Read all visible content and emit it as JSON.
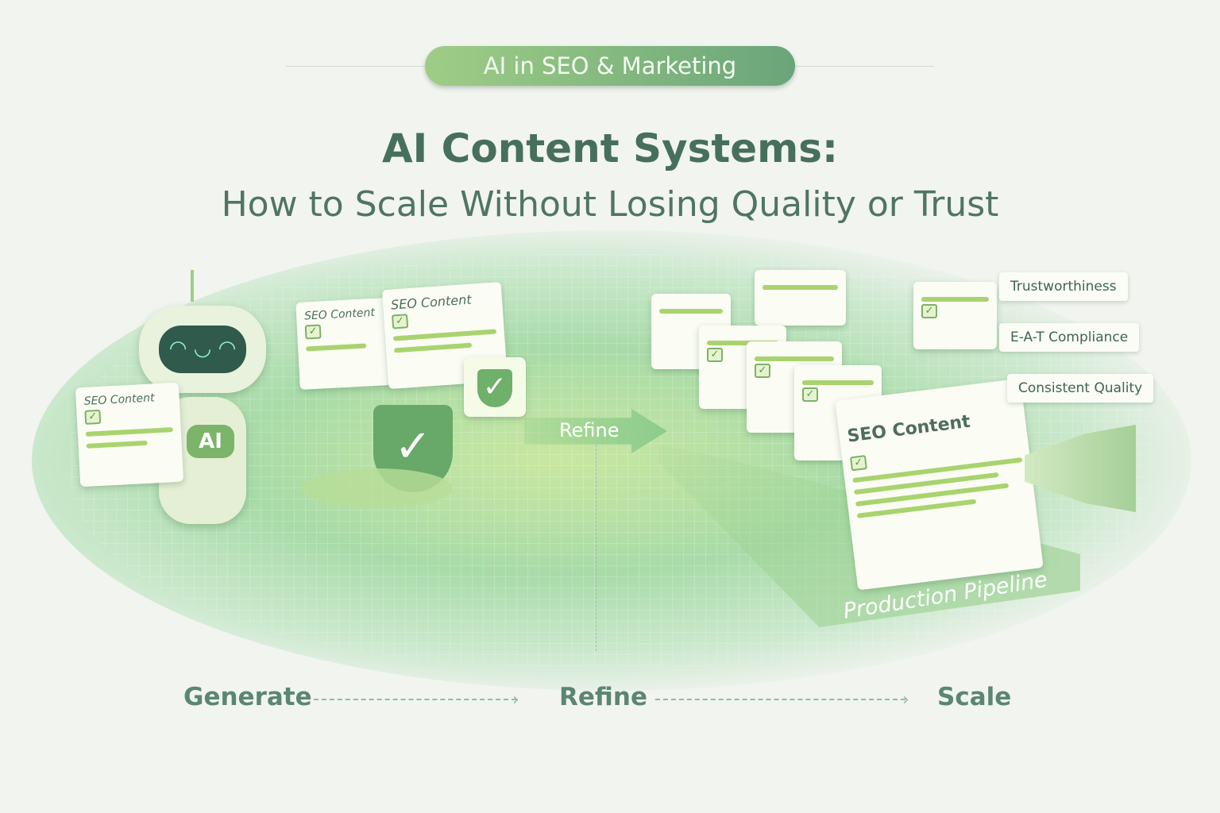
{
  "header": {
    "pill": "AI in SEO & Marketing",
    "title": "AI Content Systems:",
    "subtitle": "How to Scale Without Losing Quality or Trust"
  },
  "illustration": {
    "robot_badge": "AI",
    "doc_labels": [
      "SEO Content",
      "SEO Content",
      "SEO Content",
      "SEO Content"
    ],
    "arrow_label": "Refine",
    "badges": [
      "Trustworthiness",
      "E-A-T Compliance",
      "Consistent Quality"
    ],
    "pipeline_label": "Production Pipeline"
  },
  "flow": {
    "steps": [
      "Generate",
      "Refine",
      "Scale"
    ]
  },
  "colors": {
    "accent": "#6aa57a",
    "title": "#46705c",
    "highlight": "#a9d36f"
  }
}
